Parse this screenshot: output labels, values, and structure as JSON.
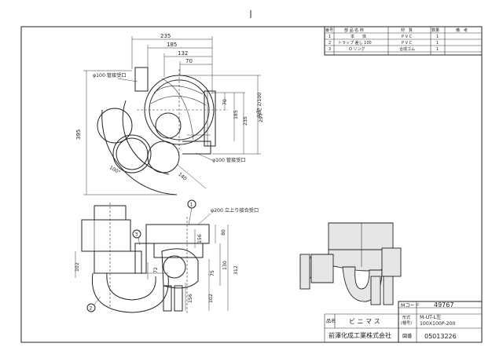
{
  "parts_table": {
    "headers": {
      "no": "番号",
      "name": "部 品 名 称",
      "material": "材　質",
      "qty": "数量",
      "remarks": "備　考"
    },
    "rows": [
      {
        "no": "1",
        "name": "本　　体",
        "material": "P V C",
        "qty": "1"
      },
      {
        "no": "2",
        "name": "トラップ 差し 100",
        "material": "P V C",
        "qty": "1"
      },
      {
        "no": "3",
        "name": "O リング",
        "material": "合成ゴム",
        "qty": "1"
      }
    ]
  },
  "title_block": {
    "m_code_label": "Mコード",
    "m_code_value": "49767",
    "name_label": "品名",
    "name_value": "ビ ニ マ ス",
    "model_label_1": "形式",
    "model_label_2": "(種号)",
    "model_value_1": "M-UT-L左",
    "model_value_2": "100X100P-200",
    "company": "前澤化成工業株式会社",
    "drawing_no_label": "図番",
    "drawing_no_value": "05013226"
  },
  "plan_view": {
    "dims": [
      "235",
      "185",
      "132",
      "70",
      "395",
      "70",
      "185",
      "235",
      "297",
      "140",
      "100°"
    ],
    "slope": "勾配 2/100",
    "notes": {
      "inlet_top": "φ100 管接受口",
      "inlet_bottom": "φ100 管接受口"
    }
  },
  "front_view": {
    "dims": [
      "102",
      "72",
      "156",
      "80",
      "156",
      "75",
      "130",
      "312",
      "102"
    ],
    "note_top": "φ200 立上り接合受口",
    "balloons": [
      "1",
      "2",
      "3"
    ]
  }
}
